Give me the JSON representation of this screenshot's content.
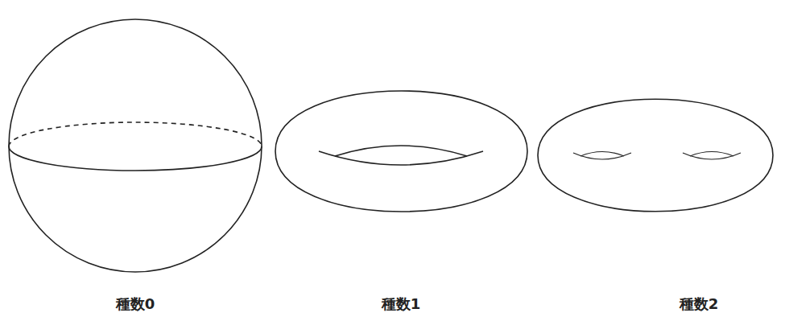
{
  "diagram": {
    "labels": [
      "種数0",
      "種数1",
      "種数2"
    ]
  }
}
